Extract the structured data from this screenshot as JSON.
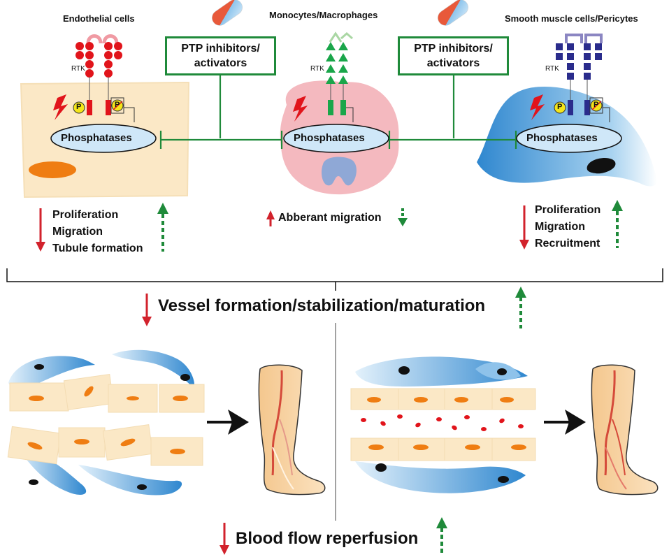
{
  "cells": {
    "endothelial": {
      "title": "Endothelial cells",
      "phosphatase": "Phosphatases",
      "rtk": "RTK",
      "p1": "P",
      "p2": "P"
    },
    "monocytes": {
      "title": "Monocytes/Macrophages",
      "phosphatase": "Phosphatases",
      "rtk": "RTK"
    },
    "smooth_muscle": {
      "title": "Smooth muscle cells/Pericytes",
      "phosphatase": "Phosphatases",
      "rtk": "RTK",
      "p1": "P",
      "p2": "P"
    }
  },
  "drug_box_left": {
    "line1": "PTP inhibitors/",
    "line2": "activators"
  },
  "drug_box_right": {
    "line1": "PTP inhibitors/",
    "line2": "activators"
  },
  "effects": {
    "endothelial": [
      "Proliferation",
      "Migration",
      "Tubule formation"
    ],
    "monocytes": [
      "Abberant migration"
    ],
    "smooth_muscle": [
      "Proliferation",
      "Migration",
      "Recruitment"
    ]
  },
  "outcome_vessel": "Vessel formation/stabilization/maturation",
  "outcome_blood": "Blood flow reperfusion",
  "colors": {
    "decrease": "#d2222c",
    "increase": "#1f8a3a",
    "endothelial": "#fbe8c6",
    "monocyte": "#f4b9bf",
    "smc": "#5ca9dd",
    "rtk_red": "#e1141b",
    "rtk_green": "#1aa64a",
    "rtk_blue": "#2a2c8c"
  }
}
